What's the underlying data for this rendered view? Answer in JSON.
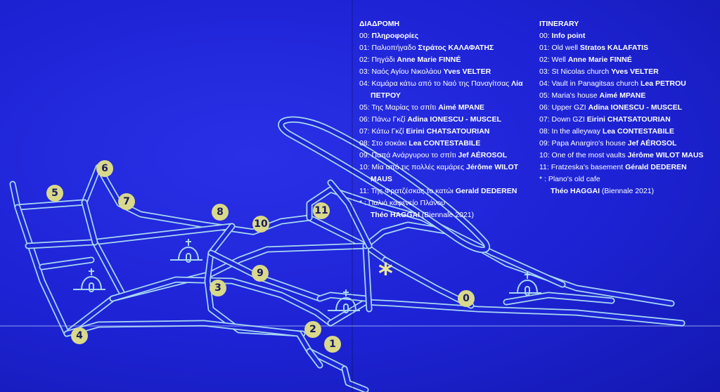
{
  "colors": {
    "background": "#1f26d6",
    "road": "#a9d8f2",
    "marker": "#d9d98a",
    "text": "#ffffff"
  },
  "greek": {
    "title": "ΔΙΑΔΡΟΜΗ",
    "items": [
      {
        "num": "00:",
        "text": "",
        "artist": "Πληροφορίες"
      },
      {
        "num": "01:",
        "text": "Παλιοπήγαδο",
        "artist": "Στράτος ΚΑΛΑΦΑΤΗΣ"
      },
      {
        "num": "02:",
        "text": "Πηγάδι",
        "artist": "Anne Marie FINNÉ"
      },
      {
        "num": "03:",
        "text": "Ναός Αγίου Νικολάου",
        "artist": "Yves VELTER"
      },
      {
        "num": "04:",
        "text": "Καμάρα κάτω από το Ναό της Παναγίτσας",
        "artist": "Λία ΠΕΤΡΟΥ"
      },
      {
        "num": "05:",
        "text": "Της Μαρίας το σπίτι",
        "artist": "Aimé MPANE"
      },
      {
        "num": "06:",
        "text": "Πάνω Γκζί",
        "artist": "Adina IONESCU - MUSCEL"
      },
      {
        "num": "07:",
        "text": "Κάτω Γκζί",
        "artist": "Eirini CHATSATOURIAN"
      },
      {
        "num": "08:",
        "text": "Στο σοκάκι",
        "artist": "Lea CONTESTABILE"
      },
      {
        "num": "09:",
        "text": "Παπά Ανάργυρου το σπίτι",
        "artist": "Jef AÉROSOL"
      },
      {
        "num": "10:",
        "text": "Μία από τις πολλές καμάρες",
        "artist": "Jérôme WILOT MAUS"
      },
      {
        "num": "11:",
        "text": "Της Φρατζέσκας το κατώι",
        "artist": "Gerald DEDEREN"
      },
      {
        "num": "* :",
        "text": "Παλιό καφενείο Πλάνου",
        "artist": ""
      }
    ],
    "final_artist": "Théo HAGGAI",
    "final_note": "(Biennale 2021)"
  },
  "english": {
    "title": "ITINERARY",
    "items": [
      {
        "num": "00:",
        "text": "",
        "artist": "Info point"
      },
      {
        "num": "01:",
        "text": "Old well",
        "artist": "Stratos KALAFATIS"
      },
      {
        "num": "02:",
        "text": "Well",
        "artist": "Anne Marie FINNÉ"
      },
      {
        "num": "03:",
        "text": "St Nicolas church",
        "artist": "Yves VELTER"
      },
      {
        "num": "04:",
        "text": "Vault in Panagitsas church",
        "artist": "Lea PETROU"
      },
      {
        "num": "05:",
        "text": "Maria's house",
        "artist": "Aimé MPANE"
      },
      {
        "num": "06:",
        "text": "Upper GZI",
        "artist": "Adina IONESCU - MUSCEL"
      },
      {
        "num": "07:",
        "text": "Down GZI",
        "artist": "Eirini CHATSATOURIAN"
      },
      {
        "num": "08:",
        "text": "In the alleyway",
        "artist": "Lea CONTESTABILE"
      },
      {
        "num": "09:",
        "text": "Papa Anargiro's house",
        "artist": "Jef AÉROSOL"
      },
      {
        "num": "10:",
        "text": "One of the most vaults",
        "artist": "Jérôme WILOT MAUS"
      },
      {
        "num": "11:",
        "text": "Fratzeska's basement",
        "artist": "Gérald DEDEREN"
      },
      {
        "num": "* :",
        "text": "Plano's old cafe",
        "artist": ""
      }
    ],
    "final_artist": "Théo HAGGAI",
    "final_note": "(Biennale 2021)"
  },
  "markers": [
    "0",
    "1",
    "2",
    "3",
    "4",
    "5",
    "6",
    "7",
    "8",
    "9",
    "10",
    "11"
  ],
  "star_marker": "*"
}
